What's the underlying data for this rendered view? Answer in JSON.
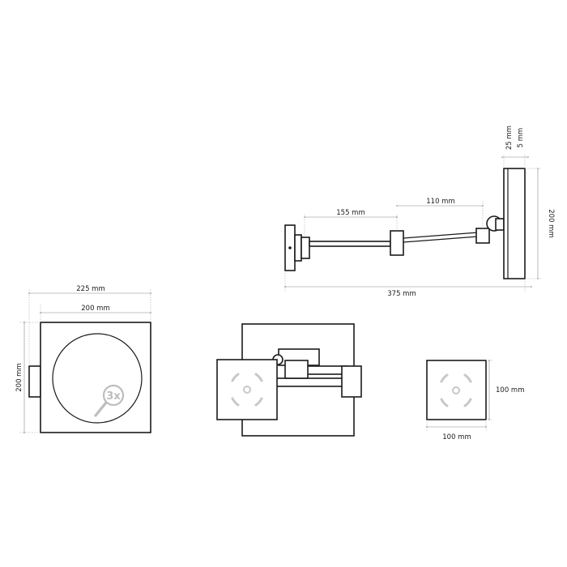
{
  "dimensions": {
    "top_total_length": "375 mm",
    "top_segment_1": "155 mm",
    "top_segment_2": "110 mm",
    "top_height": "200 mm",
    "top_thickness": "25 mm",
    "top_gap": "5 mm",
    "front_total_width": "225 mm",
    "front_mirror_width": "200 mm",
    "front_height": "200 mm",
    "base_width": "100 mm",
    "base_height": "100 mm"
  },
  "magnification_badge": "3x",
  "colors": {
    "line": "#1a1a1a",
    "dimension": "#888888",
    "slot": "#c8c8c8",
    "badge": "#bdbdbd"
  }
}
